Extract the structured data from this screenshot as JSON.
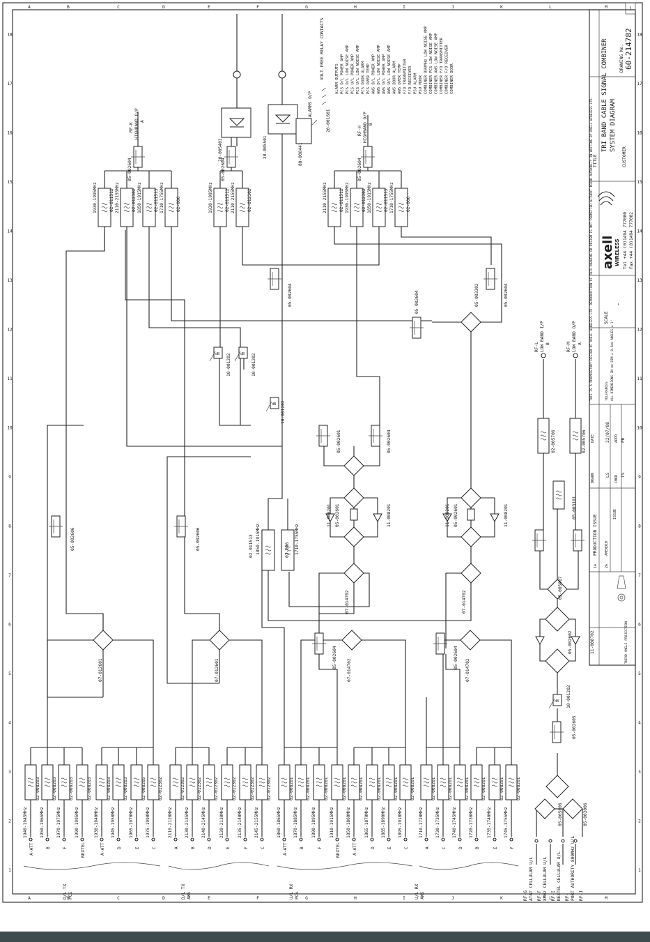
{
  "title_block": {
    "title_label": "TITLE",
    "title_line1": "TRI BAND CABLE SIGNAL COMBINER",
    "title_line2": "SYSTEM DIAGRAM",
    "drawing_no_label": "DRAWING No.",
    "drawing_no": "60-214782",
    "company": "axell",
    "company_sub": "WIRELESS",
    "tel": "Tel +44 (0)1494 777000",
    "fax": "Fax +44 (0)1494 777002",
    "customer_label": "CUSTOMER",
    "scale_label": "SCALE",
    "scale_value": "-",
    "sheet_no": "1",
    "third_angle": "THIRD ANGLE PROJECTION",
    "copyright": "THIS IS A PROPRIETARY DESIGN OF AXELL WIRELESS LTD. REPRODUCTION OF THIS DRAWING OR DESIGN IS NOT PERMITTED WITHOUT PRIOR AUTHORITY IN WRITING BY AXELL WIRELESS LTD.",
    "tolerances_label": "TOLERANCES",
    "tolerances": "ALL DIMENSIONS IN mm  DIM ± 0.5mm  ANGLES ± 1°",
    "drawn_label": "DRAWN",
    "drawn_by": "LS",
    "date_label": "DATE",
    "date_value": "22/07/08",
    "chkd_label": "CHKD",
    "chkd_by": "TS",
    "appd_label": "APPD",
    "appd_by": "PB",
    "issue_label": "ISSUE",
    "issue_description": "PRODUCTION ISSUE",
    "issue_no": "1A",
    "revision": "2A",
    "revision_ref": "AMEND10"
  },
  "grid": {
    "cols": [
      "A",
      "B",
      "C",
      "D",
      "E",
      "F",
      "G",
      "H",
      "I",
      "J",
      "K",
      "L",
      "M"
    ],
    "rows": [
      "1",
      "2",
      "3",
      "4",
      "5",
      "6",
      "7",
      "8",
      "9",
      "10",
      "11",
      "12",
      "13",
      "14",
      "15",
      "16",
      "17",
      "18"
    ]
  },
  "alarm_legend": {
    "title": "VOLT FREE RELAY CONTACTS",
    "items": [
      "ALARM OUTPUTS",
      "PCS D/L POWER AMP",
      "PCS D/L LOW NOISE AMP",
      "PCS U/L POWER AMP",
      "PCS U/L LOW NOISE AMP",
      "PCS DOOR ALARM",
      "PCS OVER TEMP",
      "AWS D/L POWER AMP",
      "AWS D/L LOW NOISE AMP",
      "AWS U/L POWER AMP",
      "AWS U/L LOW NOISE AMP",
      "AWS DOOR ALARM",
      "AWS OVER TEMP",
      "F/O TRANSMITTER",
      "F/O RECEIVER",
      "PSU ALARM",
      "PSU MOOR",
      "COMBINER 800MHz LOW NOISE AMP",
      "COMBINER PCS LOW NOISE AMP",
      "COMBINER AWS LOW NOISE AMP",
      "COMBINER F/O TRANSMITTER",
      "COMBINER F/O RECEIVER",
      "COMBINER DOOR"
    ],
    "alarm_out": "ALARMS O/P",
    "alarm_part": "80-008441",
    "led_parts": [
      "20-005401",
      "20-005501"
    ],
    "relay_part": "20-001601"
  },
  "top_outputs": [
    {
      "label": "RF-K",
      "sub": "HIGHBAND O/P",
      "port": "A",
      "attenuator": "05-002604",
      "filters": [
        "1930-1995MHz",
        "2110-2155MHz",
        "1850-1915MHz",
        "1710-1755MHz"
      ],
      "filter_parts": [
        "02-011512",
        "02-012302",
        "02-011513",
        "02-006"
      ]
    },
    {
      "label": "",
      "sub": "",
      "port": "",
      "attenuator": "05-002604",
      "filters": [
        "1930-1995MHz",
        "2110-2155MHz"
      ],
      "filter_parts": [
        "02-011512",
        "02-012302"
      ]
    },
    {
      "label": "RF-H",
      "sub": "HIGHBAND O/P",
      "port": "B",
      "attenuator": "05-002604",
      "filters": [
        "2110-2155MHz",
        "1930-1995MHz",
        "1850-1915MHz",
        "1710-1755MHz"
      ],
      "filter_parts": [
        "02-011512",
        "02-012302",
        "02-011513",
        "02-006"
      ]
    }
  ],
  "groups": [
    {
      "band": "D/L TX",
      "tech": "PCS",
      "combiner": "07-012601",
      "attenuator": "05-002606",
      "inputs": [
        {
          "port": "A-ATT",
          "freq": "1940-1945MHz",
          "part": "02-008203"
        },
        {
          "port": "B",
          "freq": "1950-1965MHz",
          "part": "02-008203"
        },
        {
          "port": "F",
          "freq": "1970-1975MHz",
          "part": "02-008203"
        },
        {
          "port": "NEXTEL",
          "freq": "1990-1995MHz",
          "part": "02-008203"
        },
        {
          "port": "A-ATT",
          "freq": "1930-1940MHz",
          "part": "02-008203"
        },
        {
          "port": "D",
          "freq": "1945-1950MHz",
          "part": "02-008203"
        },
        {
          "port": "E",
          "freq": "1965-1970MHz",
          "part": "02-008205"
        },
        {
          "port": "C",
          "freq": "1975-1990MHz",
          "part": "02-012302"
        }
      ]
    },
    {
      "band": "D/L TX",
      "tech": "AWS",
      "combiner": "07-012601",
      "attenuator": "05-002606",
      "inputs": [
        {
          "port": "A",
          "freq": "2110-2120MHz",
          "part": "02-012302"
        },
        {
          "port": "B",
          "freq": "2130-2135MHz",
          "part": "02-012302"
        },
        {
          "port": "D",
          "freq": "2140-2145MHz",
          "part": "02-012302"
        },
        {
          "port": "E",
          "freq": "2120-2130MHz",
          "part": "02-012302"
        },
        {
          "port": "F",
          "freq": "2135-2140MHz",
          "part": "02-012302"
        },
        {
          "port": "C",
          "freq": "2145-2155MHz",
          "part": "02-012302"
        }
      ]
    },
    {
      "band": "U/L RX",
      "tech": "PCS",
      "combiner": "07-014702",
      "attenuator": "05-002604",
      "inputs": [
        {
          "port": "A-ATT",
          "freq": "1860-1865MHz",
          "part": "02-008201"
        },
        {
          "port": "B",
          "freq": "1870-1885MHz",
          "part": "02-008201"
        },
        {
          "port": "F",
          "freq": "1890-1895MHz",
          "part": "02-008201"
        },
        {
          "port": "NEXTEL",
          "freq": "1910-1915MHz",
          "part": "02-008201"
        },
        {
          "port": "A-ATT",
          "freq": "1850-1860MHz",
          "part": "02-008201"
        },
        {
          "port": "D",
          "freq": "1865-1870MHz",
          "part": "02-008201"
        },
        {
          "port": "E",
          "freq": "1885-1890MHz",
          "part": "02-008201"
        },
        {
          "port": "C",
          "freq": "1895-1910MHz",
          "part": "02-008201"
        }
      ]
    },
    {
      "band": "U/L RX",
      "tech": "AWS",
      "combiner": "07-014702",
      "attenuator": "05-002604",
      "inputs": [
        {
          "port": "A",
          "freq": "1710-1720MHz",
          "part": "02-008201"
        },
        {
          "port": "C",
          "freq": "1730-1735MHz",
          "part": "02-008201"
        },
        {
          "port": "D",
          "freq": "1740-1745MHz",
          "part": "02-008201"
        },
        {
          "port": "B",
          "freq": "1720-1730MHz",
          "part": "02-008201"
        },
        {
          "port": "E",
          "freq": "1735-1740MHz",
          "part": "02-008201"
        },
        {
          "port": "F",
          "freq": "1745-1755MHz",
          "part": "02-008201"
        }
      ]
    }
  ],
  "lowband": {
    "inputs": [
      {
        "label": "RF-G",
        "sub": "AT&T CELLULAR U/L"
      },
      {
        "label": "RF-F",
        "sub": "8MHz CELLULAR U/L"
      },
      {
        "label": "RF-I",
        "sub": "NEXTEL CELLULAR U/L"
      },
      {
        "label": "RF-",
        "sub": "PORT AUTHORITY 800MHz U/L"
      },
      {
        "label": "RF-J",
        "sub": ""
      }
    ],
    "outputs": [
      {
        "label": "RF-L",
        "sub": "LOW BAND I/P",
        "port": "B"
      },
      {
        "label": "RF-M",
        "sub": "LOW BAND O/P",
        "port": "A"
      }
    ],
    "parts": [
      "05-005006",
      "05-003006",
      "05-002605",
      "10-001202",
      "11-008702",
      "05-002602",
      "05-005007",
      "05-003101",
      "02-005706",
      "02-005706"
    ]
  },
  "center_parts": {
    "variable_attenuators": [
      "10-001202",
      "10-001202",
      "10-001202"
    ],
    "splitters": [
      "05-003302",
      "05-002601",
      "05-002604"
    ],
    "amps": [
      "11-008201",
      "05-002601",
      "11-008201",
      "11-008201",
      "05-002601",
      "11-008201"
    ],
    "filters": [
      "1850-1915MHz",
      "1710-1755MHz"
    ],
    "filter_parts": [
      "02-011513",
      "02-006"
    ]
  }
}
